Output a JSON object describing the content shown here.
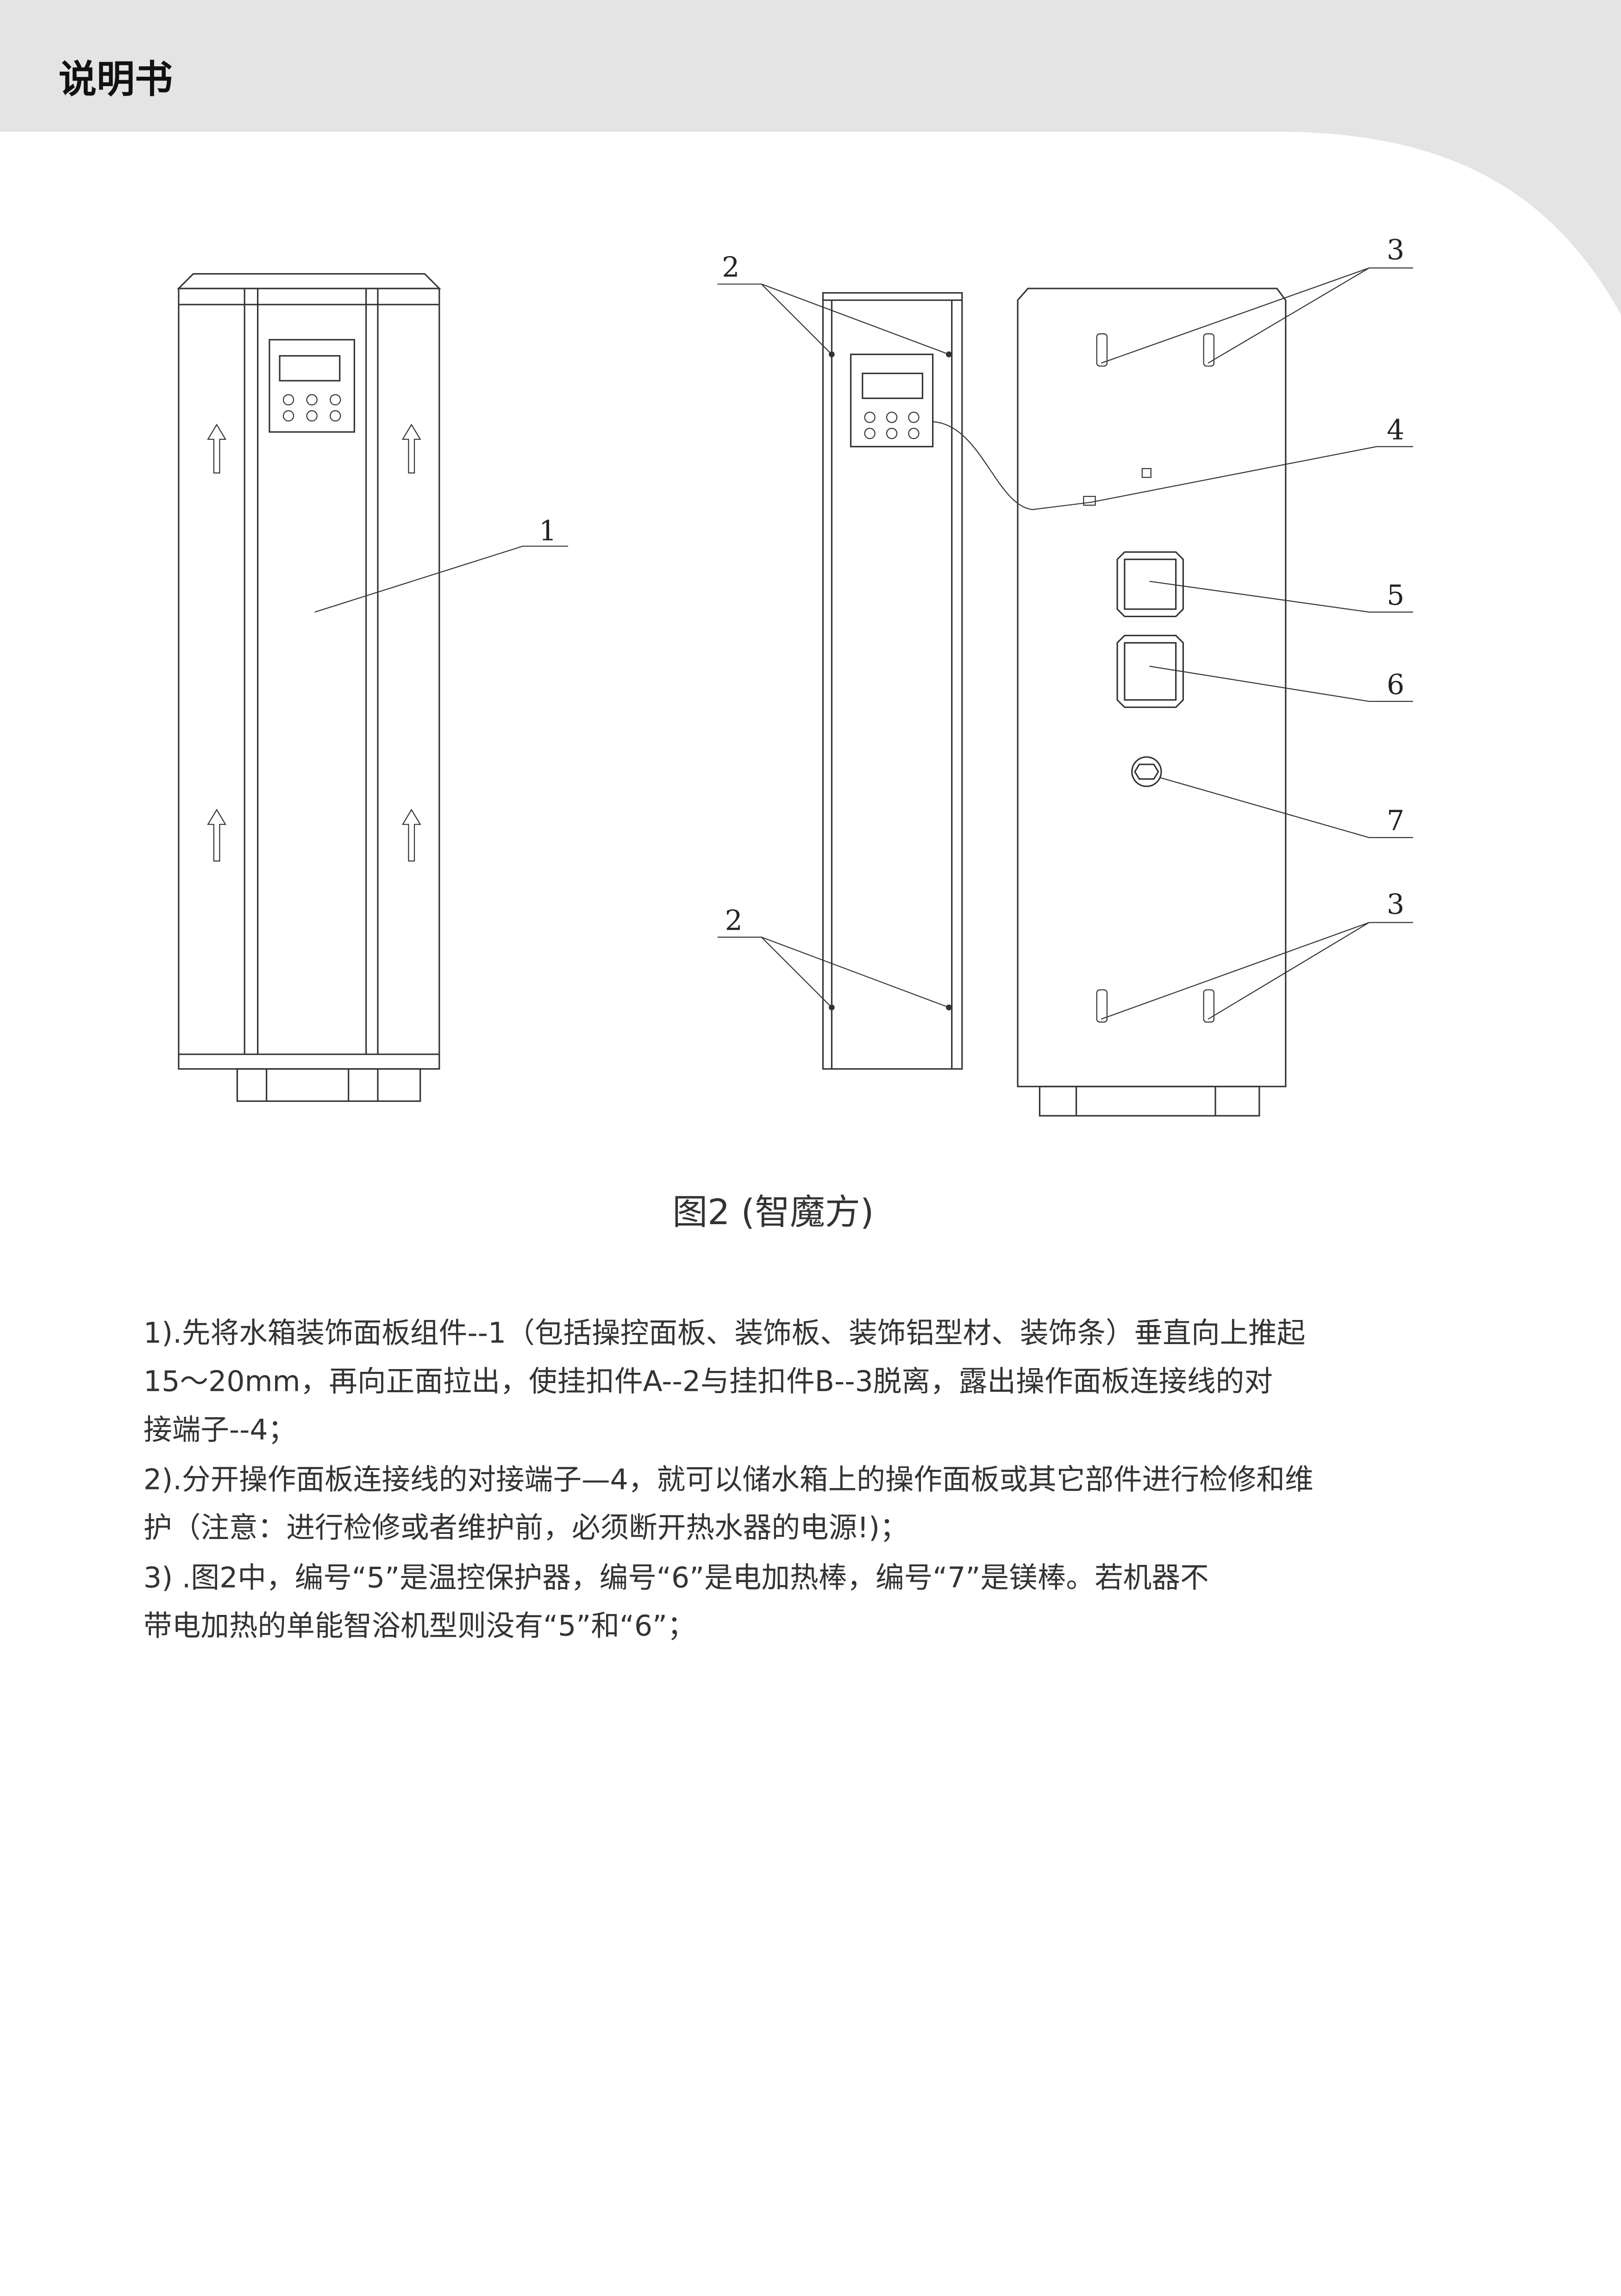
{
  "header": {
    "title": "说明书",
    "band_color": "#e4e4e4"
  },
  "figure": {
    "caption": "图2 (智魔方)",
    "callouts": {
      "label_1": "1",
      "label_2_top": "2",
      "label_2_bottom": "2",
      "label_3_top": "3",
      "label_3_bottom": "3",
      "label_4": "4",
      "label_5": "5",
      "label_6": "6",
      "label_7": "7"
    }
  },
  "instructions": {
    "lines": [
      "1).先将水箱装饰面板组件--1（包括操控面板、装饰板、装饰铝型材、装饰条）垂直向上推起",
      "15～20mm，再向正面拉出，使挂扣件A--2与挂扣件B--3脱离，露出操作面板连接线的对",
      "接端子--4；",
      "2).分开操作面板连接线的对接端子—4，就可以储水箱上的操作面板或其它部件进行检修和维",
      "护（注意：进行检修或者维护前，必须断开热水器的电源!)；",
      "3) .图2中，编号“5”是温控保护器，编号“6”是电加热棒，编号“7”是镁棒。若机器不",
      "带电加热的单能智浴机型则没有“5”和“6”；"
    ]
  }
}
